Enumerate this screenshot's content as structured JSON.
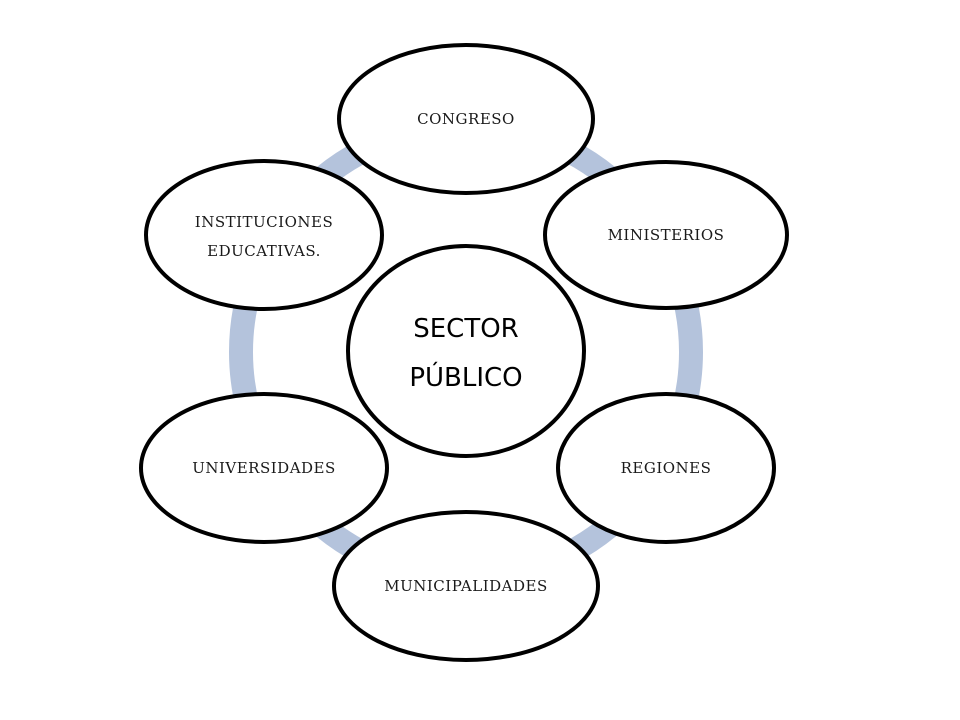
{
  "diagram": {
    "center": {
      "line1": "SECTOR",
      "line2": "PÚBLICO"
    },
    "nodes": {
      "congreso": "CONGRESO",
      "ministerios": "MINISTERIOS",
      "regiones": "REGIONES",
      "municipalidades": "MUNICIPALIDADES",
      "universidades": "UNIVERSIDADES",
      "instituciones_line1": "INSTITUCIONES",
      "instituciones_line2": "EDUCATIVAS."
    },
    "colors": {
      "ring": "#b4c3dc",
      "outline": "#000000",
      "fill": "#ffffff"
    }
  }
}
